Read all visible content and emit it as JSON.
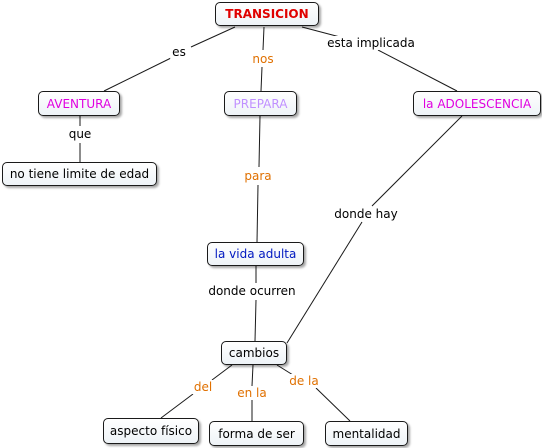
{
  "colors": {
    "line": "#1a1a1a",
    "red": "#e00000",
    "magenta": "#e000e0",
    "lavender": "#c090ff",
    "blue": "#0018c0",
    "orange": "#e07000",
    "black": "#000000"
  },
  "nodes": {
    "transicion": "TRANSICION",
    "aventura": "AVENTURA",
    "prepara": "PREPARA",
    "adolescencia": "la ADOLESCENCIA",
    "limite": "no tiene limite de edad",
    "vida_adulta": "la vida adulta",
    "cambios": "cambios",
    "aspecto": "aspecto físico",
    "forma": "forma de ser",
    "mentalidad": "mentalidad"
  },
  "links": {
    "es": "es",
    "nos": "nos",
    "esta_implicada": "esta implicada",
    "que": "que",
    "para": "para",
    "donde_hay": "donde hay",
    "donde_ocurren": "donde ocurren",
    "del": "del",
    "en_la": "en la",
    "de_la": "de la"
  }
}
